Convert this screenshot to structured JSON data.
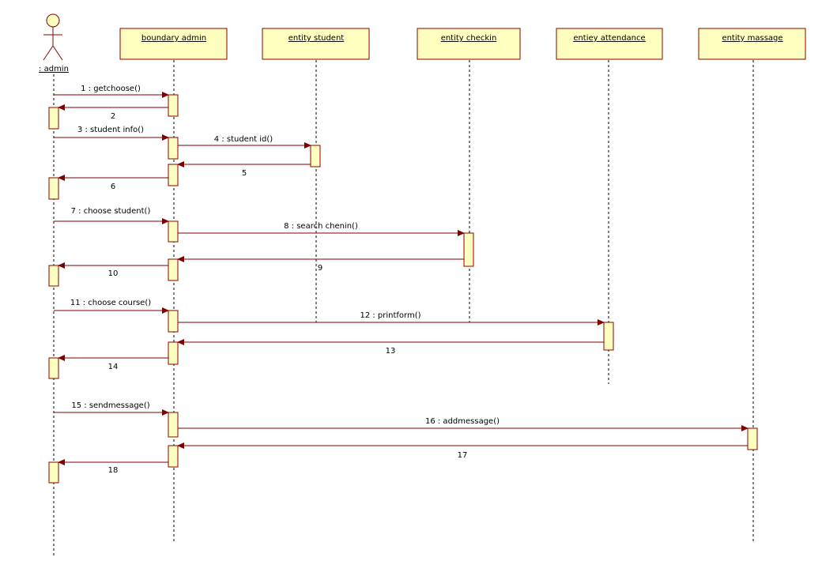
{
  "diagram": {
    "colors": {
      "box_fill": "#ffffc0",
      "box_stroke": "#8b0000",
      "lifeline": "#000000",
      "message": "#800000"
    },
    "actor": {
      "label": ": admin"
    },
    "lifelines": [
      {
        "id": "boundary_admin",
        "label": "boundary admin"
      },
      {
        "id": "entity_student",
        "label": "entity student"
      },
      {
        "id": "entity_checkin",
        "label": "entity checkin"
      },
      {
        "id": "entity_attendance",
        "label": "entiey attendance"
      },
      {
        "id": "entity_massage",
        "label": "entity massage"
      }
    ],
    "messages": [
      {
        "label": "1 : getchoose()",
        "from": "admin",
        "to": "boundary_admin",
        "kind": "call"
      },
      {
        "label": "2",
        "from": "boundary_admin",
        "to": "admin",
        "kind": "return"
      },
      {
        "label": "3 : student info()",
        "from": "admin",
        "to": "boundary_admin",
        "kind": "call"
      },
      {
        "label": "4 : student id()",
        "from": "boundary_admin",
        "to": "entity_student",
        "kind": "call"
      },
      {
        "label": "5",
        "from": "entity_student",
        "to": "boundary_admin",
        "kind": "return"
      },
      {
        "label": "6",
        "from": "boundary_admin",
        "to": "admin",
        "kind": "return"
      },
      {
        "label": "7 : choose student()",
        "from": "admin",
        "to": "boundary_admin",
        "kind": "call"
      },
      {
        "label": "8 : search chenin()",
        "from": "boundary_admin",
        "to": "entity_checkin",
        "kind": "call"
      },
      {
        "label": "9",
        "from": "entity_checkin",
        "to": "boundary_admin",
        "kind": "return"
      },
      {
        "label": "10",
        "from": "boundary_admin",
        "to": "admin",
        "kind": "return"
      },
      {
        "label": "11 : choose course()",
        "from": "admin",
        "to": "boundary_admin",
        "kind": "call"
      },
      {
        "label": "12 : printform()",
        "from": "boundary_admin",
        "to": "entity_attendance",
        "kind": "call"
      },
      {
        "label": "13",
        "from": "entity_attendance",
        "to": "boundary_admin",
        "kind": "return"
      },
      {
        "label": "14",
        "from": "boundary_admin",
        "to": "admin",
        "kind": "return"
      },
      {
        "label": "15 : sendmessage()",
        "from": "admin",
        "to": "boundary_admin",
        "kind": "call"
      },
      {
        "label": "16 : addmessage()",
        "from": "boundary_admin",
        "to": "entity_massage",
        "kind": "call"
      },
      {
        "label": "17",
        "from": "entity_massage",
        "to": "boundary_admin",
        "kind": "return"
      },
      {
        "label": "18",
        "from": "boundary_admin",
        "to": "admin",
        "kind": "return"
      }
    ]
  }
}
